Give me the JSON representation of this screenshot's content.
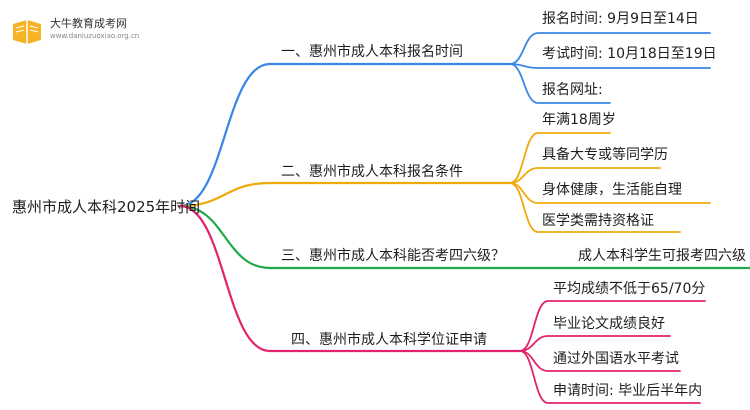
{
  "logo": {
    "name": "大牛教育成考网",
    "url": "www.daniuzuoxiao.org.cn"
  },
  "root": {
    "label": "惠州市成人本科2025年时间"
  },
  "branches": [
    {
      "label": "一、惠州市成人本科报名时间",
      "color": "#3a86e6",
      "leaves": [
        "报名时间: 9月9日至14日",
        "考试时间: 10月18日至19日",
        "报名网址:"
      ]
    },
    {
      "label": "二、惠州市成人本科报名条件",
      "color": "#f0a90a",
      "leaves": [
        "年满18周岁",
        "具备大专或等同学历",
        "身体健康，生活能自理",
        "医学类需持资格证"
      ]
    },
    {
      "label": "三、惠州市成人本科能否考四六级？",
      "color": "#22a84a",
      "leaves": [
        "成人本科学生可报考四六级"
      ]
    },
    {
      "label": "四、惠州市成人本科学位证申请",
      "color": "#e3226e",
      "leaves": [
        "平均成绩不低于65/70分",
        "毕业论文成绩良好",
        "通过外国语水平考试",
        "申请时间: 毕业后半年内"
      ]
    }
  ]
}
